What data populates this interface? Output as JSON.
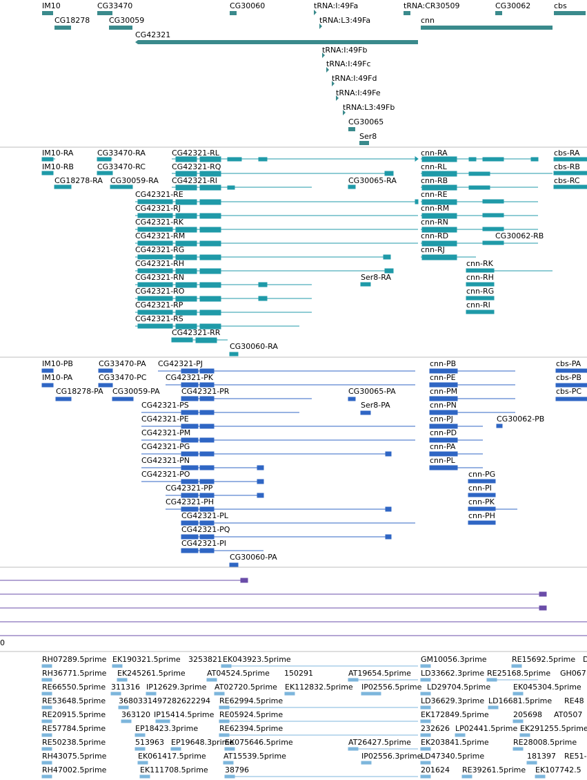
{
  "colors": {
    "gene": "#3a8a8c",
    "transcript_rna": "#1f9aa8",
    "transcript_protein": "#2f66c4",
    "purple_track": "#6a4ca8",
    "est": "#7db6dc",
    "divider": "#bdbdbd"
  },
  "gene_track": {
    "genes": [
      {
        "label": "IM10"
      },
      {
        "label": "CG33470"
      },
      {
        "label": "CG30060"
      },
      {
        "label": "tRNA:I:49Fa"
      },
      {
        "label": "tRNA:CR30509"
      },
      {
        "label": "CG30062"
      },
      {
        "label": "cbs"
      },
      {
        "label": "CG18278"
      },
      {
        "label": "CG30059"
      },
      {
        "label": "tRNA:L3:49Fa"
      },
      {
        "label": "cnn"
      },
      {
        "label": "CG42321"
      },
      {
        "label": "tRNA:I:49Fb"
      },
      {
        "label": "tRNA:I:49Fc"
      },
      {
        "label": "tRNA:I:49Fd"
      },
      {
        "label": "tRNA:I:49Fe"
      },
      {
        "label": "tRNA:L3:49Fb"
      },
      {
        "label": "CG30065"
      },
      {
        "label": "Ser8"
      }
    ]
  },
  "rna_track": {
    "transcripts": [
      {
        "label": "IM10-RA"
      },
      {
        "label": "CG33470-RA"
      },
      {
        "label": "CG42321-RL"
      },
      {
        "label": "cnn-RA"
      },
      {
        "label": "cbs-RA"
      },
      {
        "label": "IM10-RB"
      },
      {
        "label": "CG33470-RC"
      },
      {
        "label": "CG42321-RQ"
      },
      {
        "label": "cnn-RL"
      },
      {
        "label": "cbs-RB"
      },
      {
        "label": "CG18278-RA"
      },
      {
        "label": "CG30059-RA"
      },
      {
        "label": "CG42321-RI"
      },
      {
        "label": "CG30065-RA"
      },
      {
        "label": "cnn-RB"
      },
      {
        "label": "cbs-RC"
      },
      {
        "label": "CG42321-RE"
      },
      {
        "label": "cnn-RE"
      },
      {
        "label": "CG42321-RJ"
      },
      {
        "label": "cnn-RM"
      },
      {
        "label": "CG42321-RK"
      },
      {
        "label": "cnn-RN"
      },
      {
        "label": "CG42321-RM"
      },
      {
        "label": "cnn-RD"
      },
      {
        "label": "CG30062-RB"
      },
      {
        "label": "CG42321-RG"
      },
      {
        "label": "cnn-RJ"
      },
      {
        "label": "CG42321-RH"
      },
      {
        "label": "cnn-RK"
      },
      {
        "label": "CG42321-RN"
      },
      {
        "label": "Ser8-RA"
      },
      {
        "label": "cnn-RH"
      },
      {
        "label": "CG42321-RO"
      },
      {
        "label": "cnn-RG"
      },
      {
        "label": "CG42321-RP"
      },
      {
        "label": "cnn-RI"
      },
      {
        "label": "CG42321-RS"
      },
      {
        "label": "CG42321-RR"
      },
      {
        "label": "CG30060-RA"
      }
    ]
  },
  "protein_track": {
    "transcripts": [
      {
        "label": "IM10-PB"
      },
      {
        "label": "CG33470-PA"
      },
      {
        "label": "CG42321-PJ"
      },
      {
        "label": "cnn-PB"
      },
      {
        "label": "cbs-PA"
      },
      {
        "label": "IM10-PA"
      },
      {
        "label": "CG33470-PC"
      },
      {
        "label": "CG42321-PK"
      },
      {
        "label": "cnn-PE"
      },
      {
        "label": "cbs-PB"
      },
      {
        "label": "CG18278-PA"
      },
      {
        "label": "CG30059-PA"
      },
      {
        "label": "CG42321-PR"
      },
      {
        "label": "CG30065-PA"
      },
      {
        "label": "cnn-PM"
      },
      {
        "label": "cbs-PC"
      },
      {
        "label": "CG42321-PS"
      },
      {
        "label": "Ser8-PA"
      },
      {
        "label": "cnn-PN"
      },
      {
        "label": "CG42321-PE"
      },
      {
        "label": "cnn-PJ"
      },
      {
        "label": "CG30062-PB"
      },
      {
        "label": "CG42321-PM"
      },
      {
        "label": "cnn-PD"
      },
      {
        "label": "CG42321-PG"
      },
      {
        "label": "cnn-PA"
      },
      {
        "label": "CG42321-PN"
      },
      {
        "label": "cnn-PL"
      },
      {
        "label": "CG42321-PO"
      },
      {
        "label": "cnn-PG"
      },
      {
        "label": "CG42321-PP"
      },
      {
        "label": "cnn-PI"
      },
      {
        "label": "CG42321-PH"
      },
      {
        "label": "cnn-PK"
      },
      {
        "label": "CG42321-PL"
      },
      {
        "label": "cnn-PH"
      },
      {
        "label": "CG42321-PQ"
      },
      {
        "label": "CG42321-PI"
      },
      {
        "label": "CG30060-PA"
      }
    ]
  },
  "axis_track": {
    "label": "0"
  },
  "est_track": {
    "rows": [
      [
        "RH07289.5prime",
        "EK190321.5prime",
        "3253821",
        "EK043923.5prime",
        "GM10056.3prime",
        "RE15692.5prime",
        "D"
      ],
      [
        "RH36771.5prime",
        "EK245261.5prime",
        "AT04524.5prime",
        "150291",
        "AT19654.5prime",
        "LD33662.3prime",
        "RE25168.5prime",
        "GH067"
      ],
      [
        "RE66550.5prime",
        "311316",
        "IP12629.3prime",
        "AT02720.5prime",
        "EK112832.5prime",
        "IP02556.5prime",
        "LD29704.5prime",
        "EK045304.5prime"
      ],
      [
        "RE53648.5prime",
        "3680331497282622294",
        "RE62994.5prime",
        "LD36629.3prime",
        "LD16681.5prime",
        "RE48"
      ],
      [
        "RE20915.5prime",
        "363120",
        "IP15414.5prime",
        "RE05924.5prime",
        "EK172849.5prime",
        "205698",
        "AT0507"
      ],
      [
        "RE57784.5prime",
        "EP18423.3prime",
        "RE62394.5prime",
        "232626",
        "LP02441.5prime",
        "EK291255.5prime"
      ],
      [
        "RE50238.5prime",
        "513963",
        "EP19648.3prime",
        "EK075646.5prime",
        "AT26427.5prime",
        "EK203841.5prime",
        "RE28008.5prime"
      ],
      [
        "RH43075.5prime",
        "EK061417.5prime",
        "AT15539.5prime",
        "IP02556.3prime",
        "LD47340.5prime",
        "181397",
        "RE51-"
      ],
      [
        "RH47002.5prime",
        "EK111708.5prime",
        "38796",
        "201624",
        "RE39261.5prime",
        "EK107742.5"
      ]
    ]
  }
}
